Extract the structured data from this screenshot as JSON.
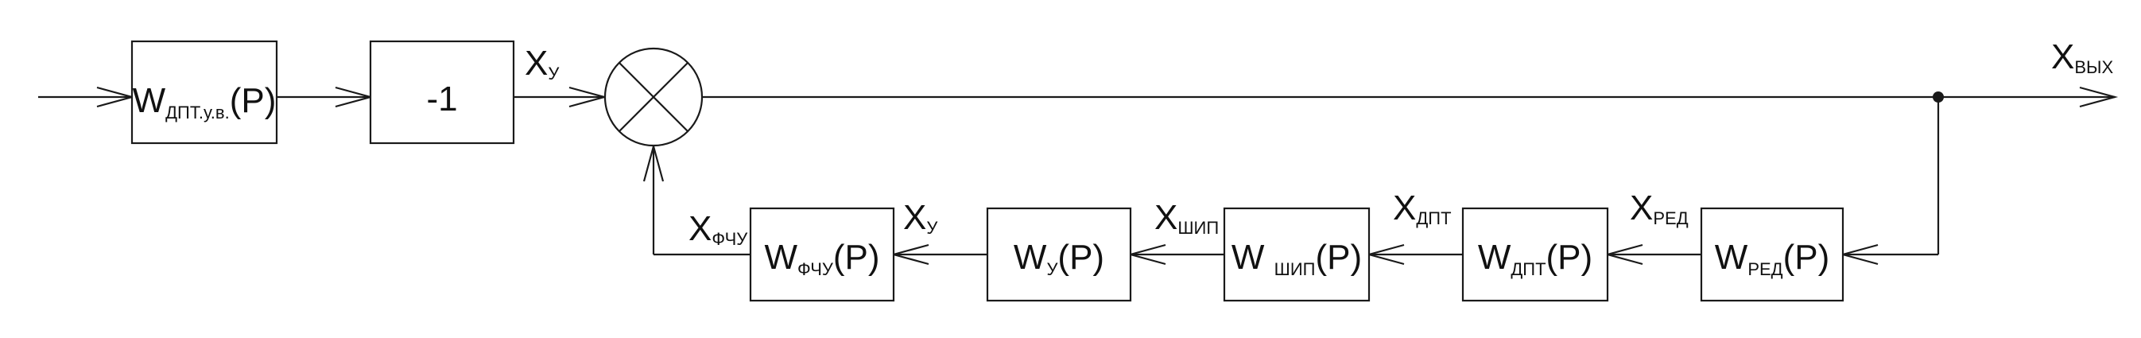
{
  "blocks": {
    "w_dpt_uv": {
      "main": "W",
      "sub": "ДПТ.у.в.",
      "tail": "(P)"
    },
    "minus_one": {
      "main": "-1"
    },
    "w_fchu": {
      "main": "W",
      "sub": "ФЧУ",
      "tail": "(P)"
    },
    "w_u": {
      "main": "W",
      "sub": "У",
      "tail": "(P)"
    },
    "w_ship": {
      "main": "W ",
      "sub": "ШИП",
      "tail": "(P)"
    },
    "w_dpt": {
      "main": "W",
      "sub": "ДПТ",
      "tail": "(P)"
    },
    "w_red": {
      "main": "W",
      "sub": "РЕД",
      "tail": "(P)"
    }
  },
  "signals": {
    "x_u_top": {
      "main": "X",
      "sub": "У"
    },
    "x_out": {
      "main": "X",
      "sub": "ВЫХ"
    },
    "x_fchu": {
      "main": "X",
      "sub": "ФЧУ"
    },
    "x_u_bottom": {
      "main": "X",
      "sub": "У"
    },
    "x_ship": {
      "main": "X",
      "sub": "ШИП"
    },
    "x_dpt": {
      "main": "X",
      "sub": "ДПТ"
    },
    "x_red": {
      "main": "X",
      "sub": "РЕД"
    }
  }
}
